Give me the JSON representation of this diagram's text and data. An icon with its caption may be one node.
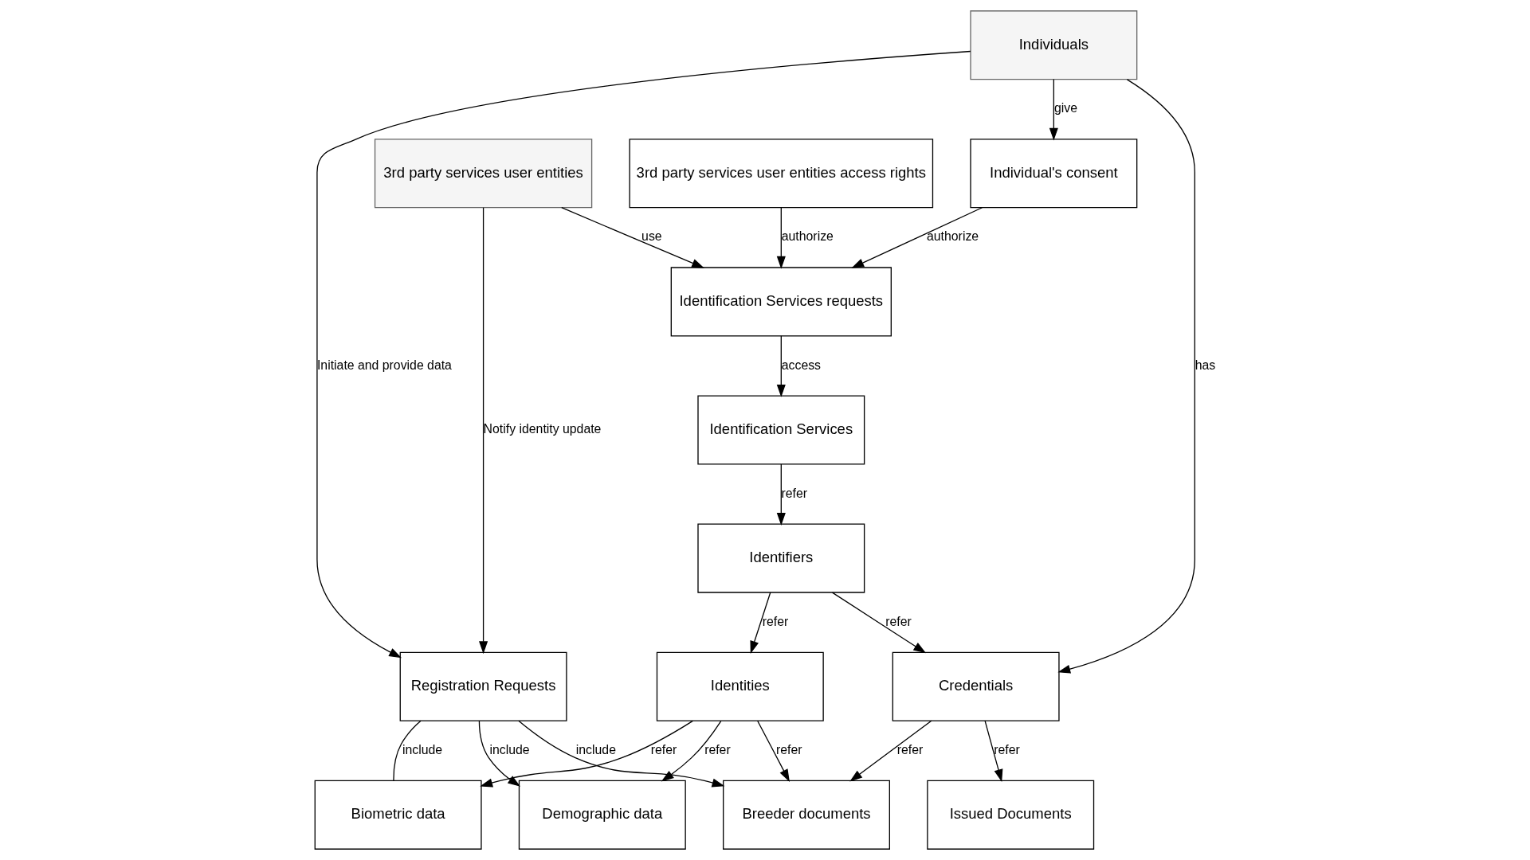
{
  "diagram": {
    "nodes": [
      {
        "text": [
          "3rd party services user entities"
        ]
      },
      {
        "text": [
          "Demographic data"
        ]
      },
      {
        "text": [
          "Registration Requests"
        ]
      },
      {
        "text": [
          "Biometric data"
        ]
      },
      {
        "text": [
          "Identities"
        ]
      },
      {
        "text": [
          "3rd party services user entities access rights"
        ]
      },
      {
        "text": [
          "Breeder documents"
        ]
      },
      {
        "text": [
          "Identifiers"
        ]
      },
      {
        "text": [
          "Identification Services"
        ]
      },
      {
        "text": [
          "Identification Services requests"
        ]
      },
      {
        "text": [
          "Credentials"
        ]
      },
      {
        "text": [
          "Issued Documents"
        ]
      },
      {
        "text": [
          "Individual's consent"
        ]
      },
      {
        "text": [
          "Individuals"
        ]
      }
    ],
    "edges": [
      {
        "from": 0,
        "to": 2,
        "arrow": "to",
        "label": "Notify identity update"
      },
      {
        "from": 2,
        "to": 1,
        "arrow": "to",
        "label": "include"
      },
      {
        "from": 2,
        "to": 3,
        "arrow": "none",
        "label": "include"
      },
      {
        "from": 2,
        "to": 6,
        "arrow": "to",
        "label": "include"
      },
      {
        "from": 4,
        "to": 1,
        "arrow": "to",
        "label": "refer"
      },
      {
        "from": 4,
        "to": 3,
        "arrow": "to",
        "label": "refer"
      },
      {
        "from": 4,
        "to": 6,
        "arrow": "to",
        "label": "refer"
      },
      {
        "from": 7,
        "to": 4,
        "arrow": "to",
        "label": "refer"
      },
      {
        "from": 7,
        "to": 10,
        "arrow": "to",
        "label": "refer"
      },
      {
        "from": 8,
        "to": 7,
        "arrow": "to",
        "label": "refer"
      },
      {
        "from": 9,
        "to": 8,
        "arrow": "to",
        "label": "access"
      },
      {
        "from": 5,
        "to": 9,
        "arrow": "to",
        "label": "authorize"
      },
      {
        "from": 0,
        "to": 9,
        "arrow": "to",
        "label": "use"
      },
      {
        "from": 12,
        "to": 9,
        "arrow": "to",
        "label": "authorize"
      },
      {
        "from": 10,
        "to": 6,
        "arrow": "to",
        "label": "refer"
      },
      {
        "from": 10,
        "to": 11,
        "arrow": "to",
        "label": "refer"
      },
      {
        "from": 13,
        "to": 2,
        "arrow": "to",
        "label": "Initiate and provide data"
      },
      {
        "from": 13,
        "to": 10,
        "arrow": "to",
        "label": "has"
      },
      {
        "from": 13,
        "to": 12,
        "arrow": "to",
        "label": "give"
      }
    ]
  }
}
